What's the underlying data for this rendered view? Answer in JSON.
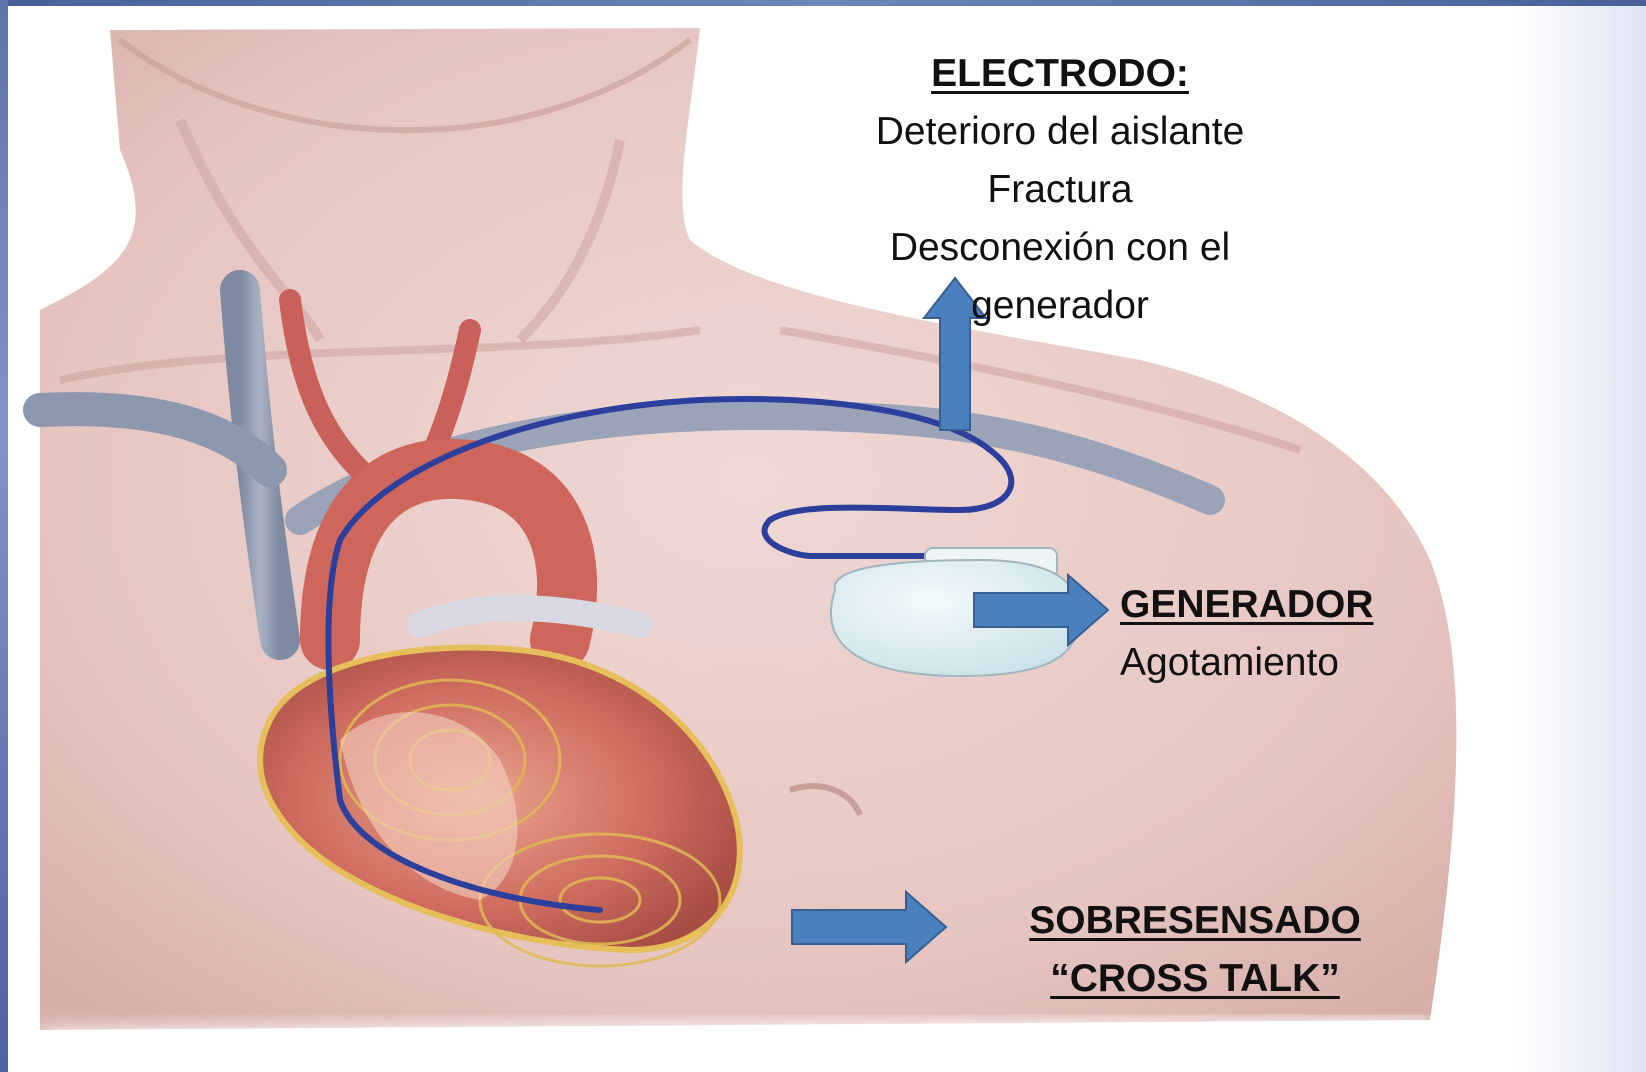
{
  "labels": {
    "electrodo": {
      "heading": "ELECTRODO:",
      "lines": [
        "Deterioro del aislante",
        "Fractura",
        "Desconexión con el",
        "generador"
      ]
    },
    "generador": {
      "heading": "GENERADOR",
      "lines": [
        "Agotamiento"
      ]
    },
    "sobresensado": {
      "heading": "SOBRESENSADO",
      "lines": [
        "“CROSS TALK”"
      ]
    }
  },
  "colors": {
    "arrow_fill": "#4a80bd",
    "arrow_stroke": "#385f91",
    "skin": "#ecd0cc",
    "lead_wire": "#2c3f9c",
    "generator_body": "#dcedf1"
  }
}
